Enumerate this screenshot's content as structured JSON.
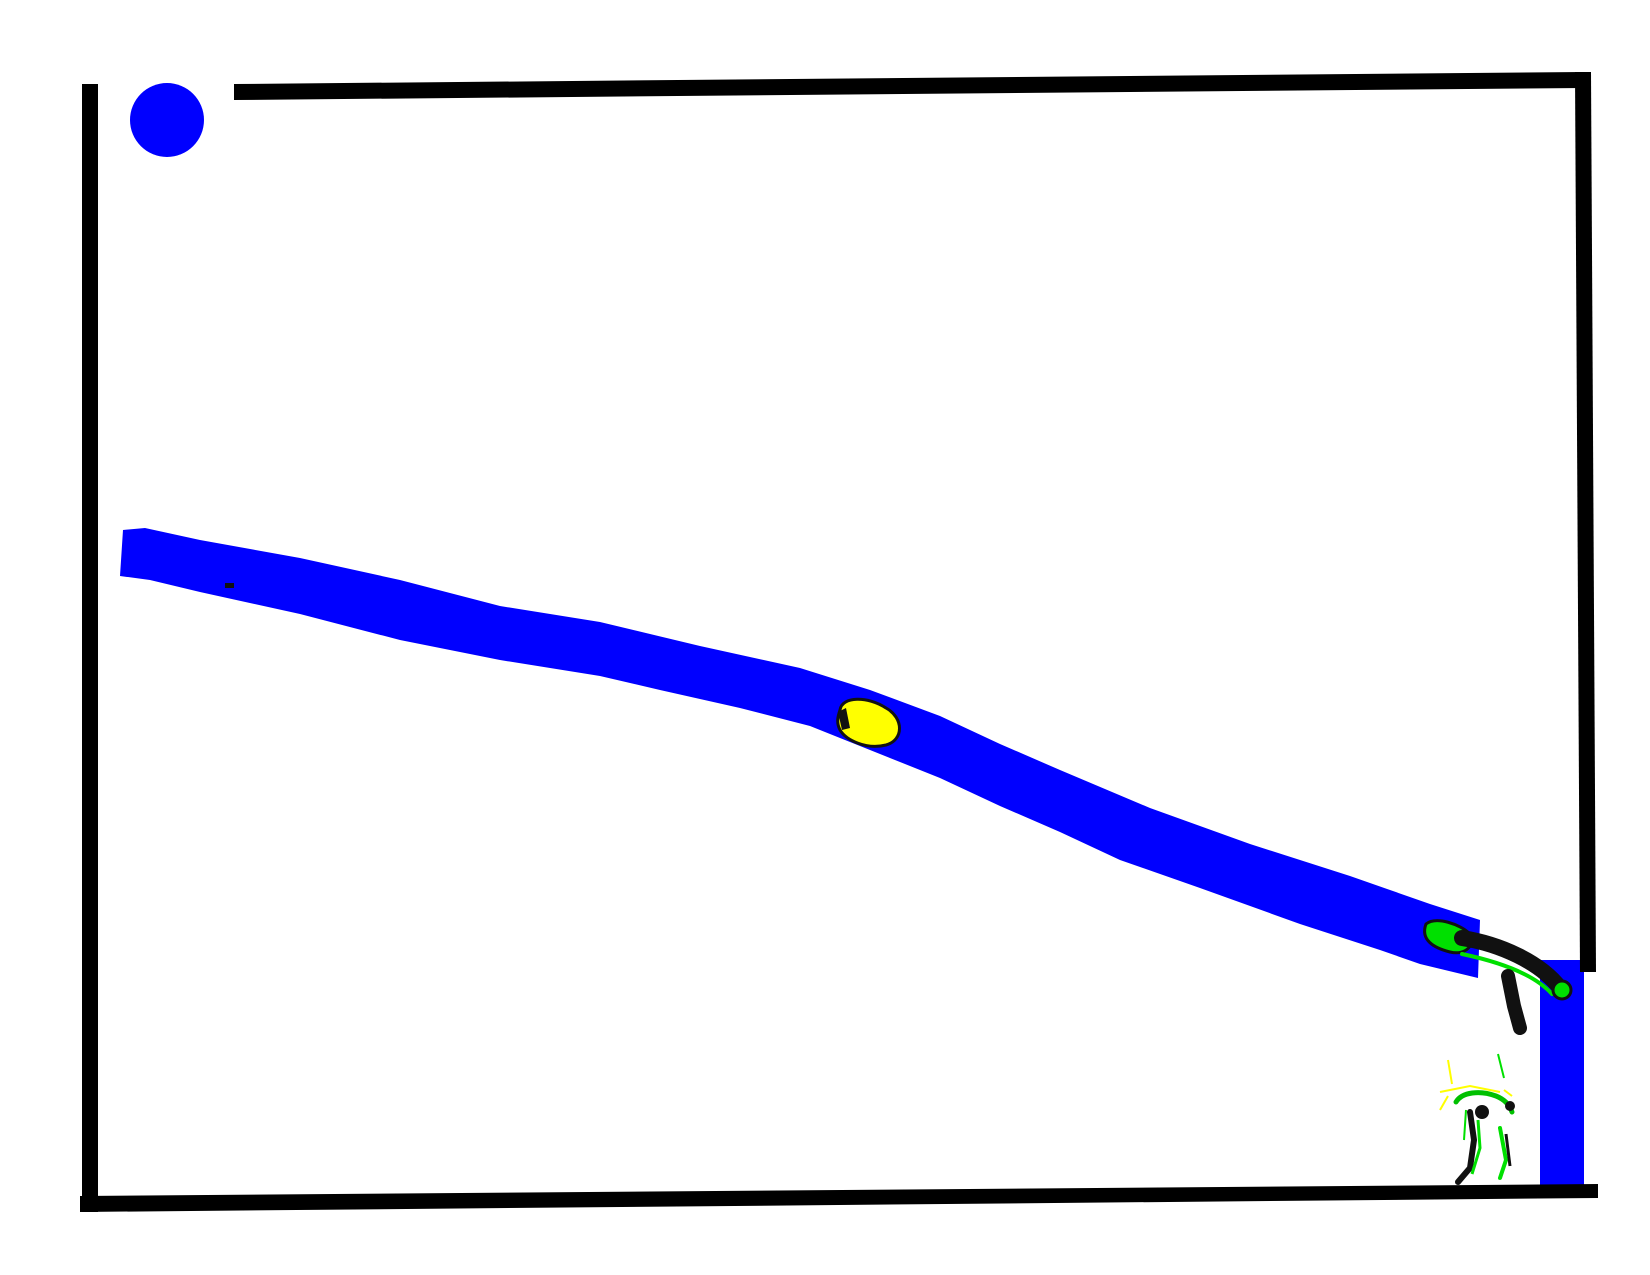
{
  "colors": {
    "background": "#ffffff",
    "walls": "#000000",
    "ramp": "#0000ff",
    "ball": "#0000ff",
    "goal_post": "#0000ff",
    "highlight_yellow": "#ffff00",
    "highlight_green": "#00e000",
    "ink_dark": "#111111"
  },
  "icons": {
    "ball": "circle",
    "blob_on_ramp": "yellow-blob",
    "ramp_end_cluster": "green-black-scribble",
    "small_figure": "doodle-figure"
  }
}
